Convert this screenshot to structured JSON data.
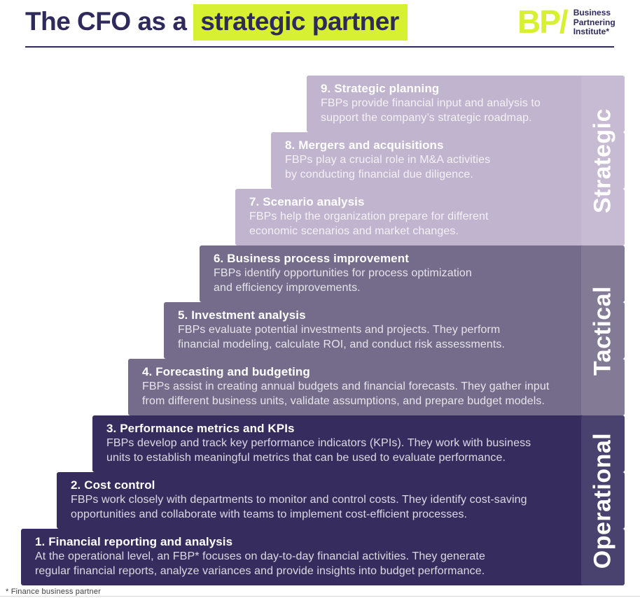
{
  "header": {
    "title_prefix": "The CFO as a ",
    "title_highlight": "strategic partner",
    "logo_mark": "BP/",
    "logo_line1": "Business",
    "logo_line2": "Partnering",
    "logo_line3": "Institute*"
  },
  "groups": [
    {
      "label": "Strategic"
    },
    {
      "label": "Tactical"
    },
    {
      "label": "Operational"
    }
  ],
  "steps": [
    {
      "title": "9. Strategic planning",
      "group": "Strategic",
      "body": [
        "FBPs provide financial input and analysis to",
        "support the company’s strategic roadmap."
      ]
    },
    {
      "title": "8. Mergers and acquisitions",
      "group": "Strategic",
      "body": [
        "FBPs play a crucial role in M&A activities",
        "by conducting financial due diligence."
      ]
    },
    {
      "title": "7. Scenario analysis",
      "group": "Strategic",
      "body": [
        "FBPs help the organization prepare for different",
        "economic scenarios and market changes."
      ]
    },
    {
      "title": "6. Business process improvement",
      "group": "Tactical",
      "body": [
        "FBPs identify opportunities for process optimization",
        "and efficiency improvements."
      ]
    },
    {
      "title": "5. Investment analysis",
      "group": "Tactical",
      "body": [
        "FBPs evaluate potential investments and projects. They perform",
        "financial modeling, calculate ROI, and conduct risk assessments."
      ]
    },
    {
      "title": "4. Forecasting and budgeting",
      "group": "Tactical",
      "body": [
        "FBPs assist in creating annual budgets and financial forecasts. They gather input",
        "from different business units, validate assumptions, and prepare budget models."
      ]
    },
    {
      "title": "3. Performance metrics and KPIs",
      "group": "Operational",
      "body": [
        "FBPs develop and track key performance indicators (KPIs). They work with business",
        "units to establish meaningful metrics that can be used to evaluate performance."
      ]
    },
    {
      "title": "2. Cost control",
      "group": "Operational",
      "body": [
        "FBPs work closely with departments to monitor and control costs. They identify cost-saving",
        "opportunities and collaborate with teams to implement cost-efficient processes."
      ]
    },
    {
      "title": "1. Financial reporting and analysis",
      "group": "Operational",
      "body": [
        "At the operational level, an FBP* focuses on day-to-day financial activities. They generate",
        "regular financial reports, analyze variances and provide insights into budget performance."
      ]
    }
  ],
  "footnote": "* Finance business partner",
  "colors": {
    "navy": "#2e2a5c",
    "lime": "#d7f032",
    "strategic": "#c0b4ce",
    "tactical": "#756c8b",
    "operational": "#362d5e",
    "body_text": "rgba(255,255,255,0.82)"
  }
}
